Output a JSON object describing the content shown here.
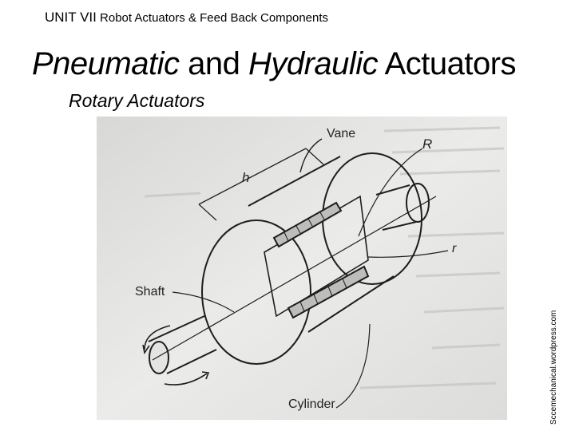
{
  "header": {
    "unit_main": "UNIT VII",
    "unit_rest": " Robot Actuators &  Feed Back Components"
  },
  "title": {
    "part1": "Pneumatic",
    "part2": " and ",
    "part3": "Hydraulic",
    "part4": " Actuators"
  },
  "subtitle": "Rotary Actuators",
  "figure": {
    "labels": {
      "vane": "Vane",
      "r_upper": "R",
      "h": "h",
      "r_lower": "r",
      "shaft": "Shaft",
      "cylinder": "Cylinder"
    },
    "colors": {
      "paper": "#e4e4e2",
      "ink": "#1e1e1e"
    }
  },
  "credit": "Sccemechanical.wordpress.com"
}
